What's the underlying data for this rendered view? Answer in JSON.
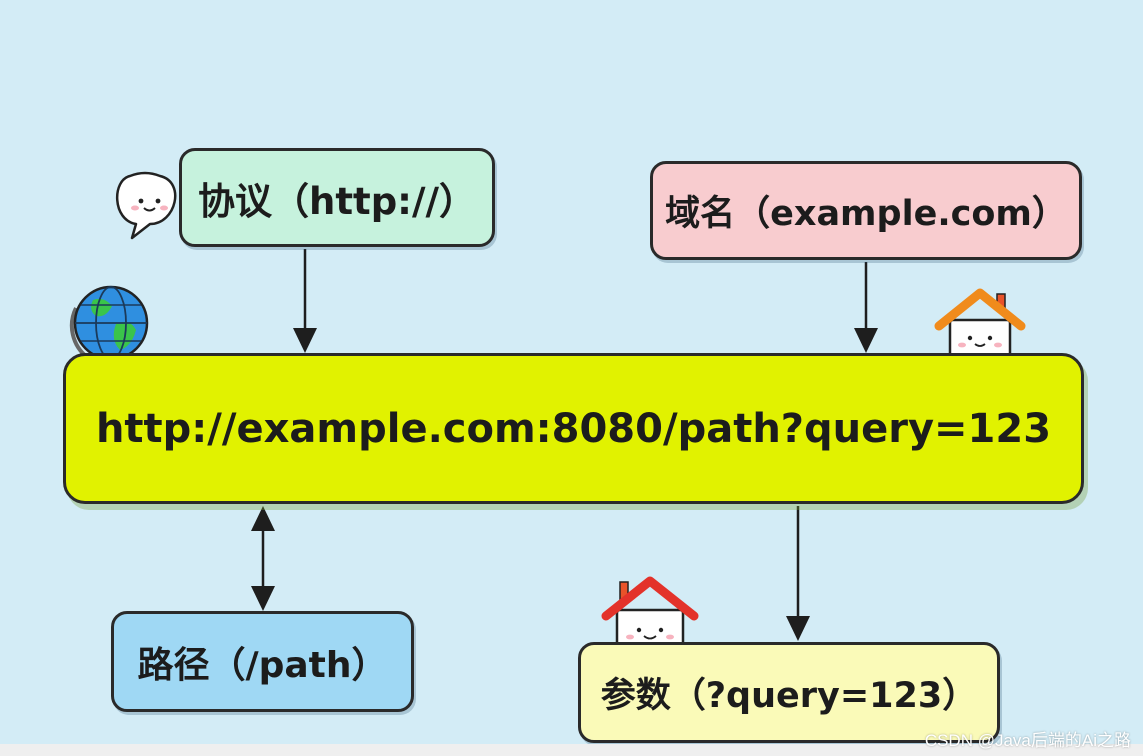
{
  "diagram": {
    "protocol_label": "协议（http://）",
    "domain_label": "域名（example.com）",
    "url_label": "http://example.com:8080/path?query=123",
    "path_label": "路径（/path）",
    "params_label": "参数（?query=123）"
  },
  "icons": {
    "speech": "speech-bubble-icon",
    "globe": "globe-icon",
    "house_orange": "house-icon",
    "house_red": "house-icon"
  },
  "colors": {
    "background": "#d3ecf6",
    "protocol_box": "#c6f2dd",
    "domain_box": "#f8cccf",
    "url_box": "#e1f200",
    "path_box": "#9fd8f4",
    "params_box": "#fafab8"
  },
  "watermark": "CSDN @Java后端的Ai之路"
}
